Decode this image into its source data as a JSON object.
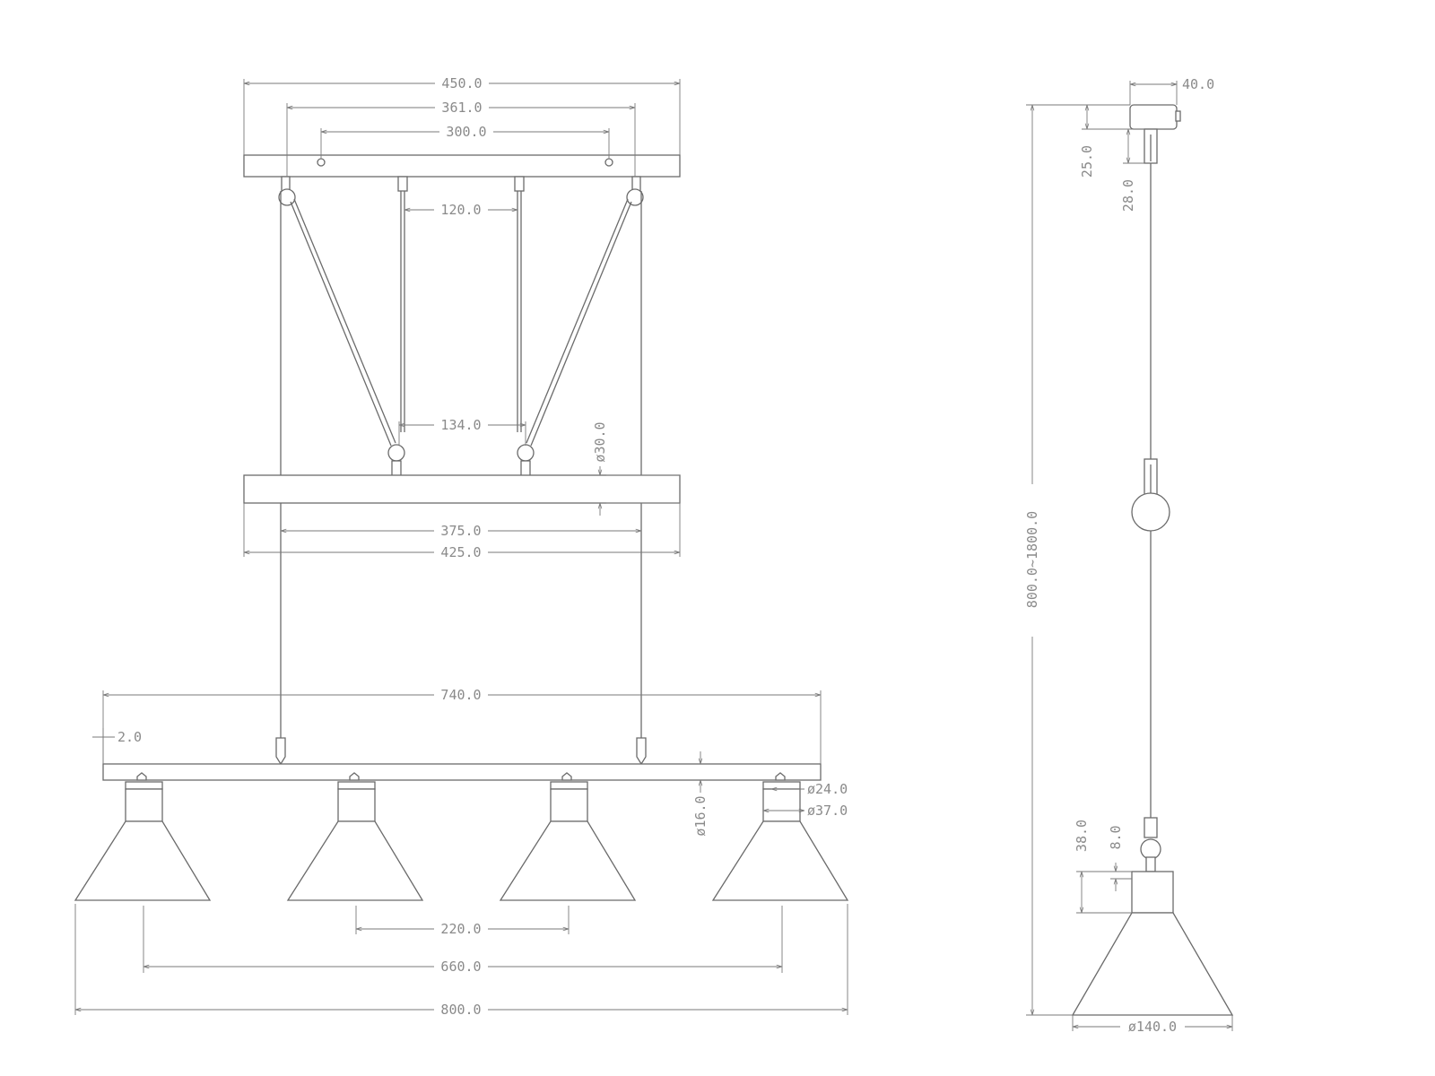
{
  "front_view": {
    "canopy_width": "450.0",
    "outer_cable_spacing": "361.0",
    "mount_hole_spacing": "300.0",
    "inner_cable_spacing": "120.0",
    "lower_pulley_spacing": "134.0",
    "spreader_thickness": "ø30.0",
    "spreader_cable_spacing": "375.0",
    "spreader_width": "425.0",
    "bar_length": "740.0",
    "bar_offset": "2.0",
    "bar_tube_diameter": "ø16.0",
    "socket_top_diameter": "ø24.0",
    "socket_diameter": "ø37.0",
    "shade_spacing": "220.0",
    "outer_shade_spacing": "660.0",
    "overall_width": "800.0"
  },
  "side_view": {
    "canopy_depth": "40.0",
    "canopy_height": "25.0",
    "clip_height": "28.0",
    "suspension_height": "800.0~1800.0",
    "socket_height": "38.0",
    "joint_offset": "8.0",
    "shade_diameter": "ø140.0"
  },
  "colors": {
    "line": "#6b6b6b",
    "dimension": "#7a7a7a",
    "text": "#8a8a8a",
    "background": "#ffffff"
  }
}
